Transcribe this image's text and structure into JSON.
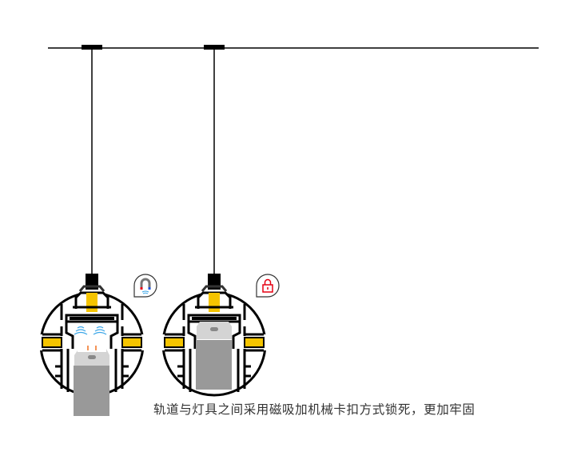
{
  "caption": "轨道与灯具之间采用磁吸加机械卡扣方式锁死，更加牢固",
  "fixtures": [
    {
      "name": "magnetic-attach",
      "badge_icon": "magnet-icon",
      "state": "attaching"
    },
    {
      "name": "mechanical-lock",
      "badge_icon": "lock-icon",
      "state": "locked"
    }
  ],
  "colors": {
    "accent": "#f5c400",
    "line": "#000000",
    "lamp_light": "#d4d4d4",
    "lamp_dark": "#999999",
    "lock": "#e60012",
    "magnet_wave": "#3aa6e8"
  }
}
